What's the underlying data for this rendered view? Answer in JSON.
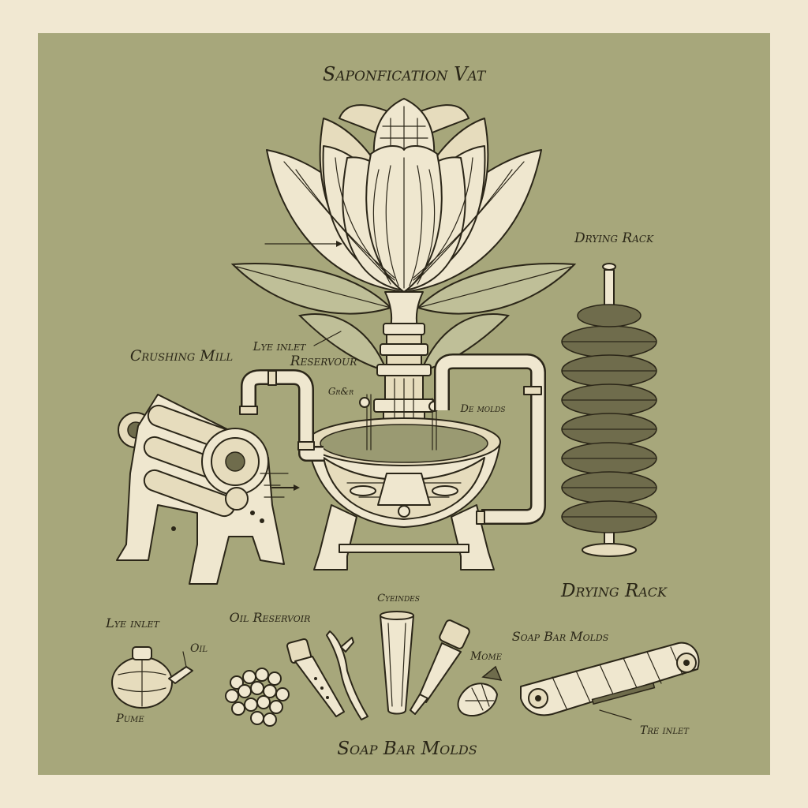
{
  "colors": {
    "paper": "#f1e8d2",
    "panel": "#a7a77b",
    "ink": "#2b2618",
    "cream": "#efe7cf"
  },
  "labels": {
    "title": "Saponfication Vat",
    "drying_rack_top": "Drying Rack",
    "drying_rack_bottom": "Drying Rack",
    "crushing_mill": "Crushing Mill",
    "lye_inlet_upper": "Lye inlet",
    "reservour_upper": "Reservour",
    "gear": "Gr&r",
    "de_molds": "De molds",
    "lye_inlet_lower": "Lye inlet",
    "oil": "Oil",
    "pume": "Pume",
    "oil_reservoir": "Oil Reservoir",
    "cylinders": "Cyeindes",
    "mome": "Mome",
    "soap_bar_molds_small": "Soap Bar Molds",
    "tre_inlet": "Tre inlet",
    "soap_bar_molds_big": "Soap Bar Molds"
  }
}
